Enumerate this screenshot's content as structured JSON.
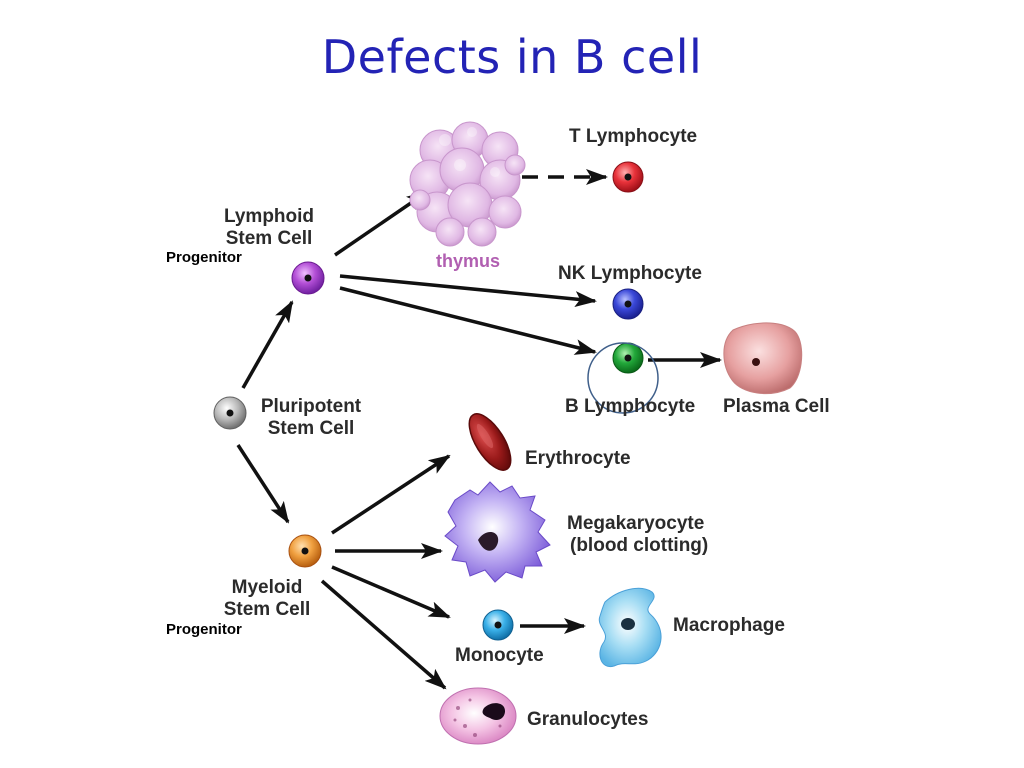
{
  "slide": {
    "title": "Defects in B cell"
  },
  "diagram": {
    "labels": {
      "t_lymphocyte": "T Lymphocyte",
      "lymphoid_line1": "Lymphoid",
      "lymphoid_line2": "Stem Cell",
      "progenitor_lymphoid": "Progenitor",
      "thymus": "thymus",
      "nk_lymphocyte": "NK Lymphocyte",
      "pluripotent_line1": "Pluripotent",
      "pluripotent_line2": "Stem Cell",
      "b_lymphocyte": "B Lymphocyte",
      "plasma_cell": "Plasma Cell",
      "erythrocyte": "Erythrocyte",
      "megakaryocyte_line1": "Megakaryocyte",
      "megakaryocyte_line2": "(blood clotting)",
      "myeloid_line1": "Myeloid",
      "myeloid_line2": "Stem Cell",
      "progenitor_myeloid": "Progenitor",
      "macrophage": "Macrophage",
      "monocyte": "Monocyte",
      "granulocytes": "Granulocytes"
    },
    "colors": {
      "title": "#2323b5",
      "t_cell": "#e8323a",
      "lymphoid_cell": "#b34fd6",
      "nk_cell": "#3a48d8",
      "b_cell": "#22a83a",
      "pluripotent_cell": "#a8a8a8",
      "myeloid_cell": "#f0a040",
      "monocyte_cell": "#3ab0e8",
      "highlight_circle": "#3f5f8a"
    }
  }
}
